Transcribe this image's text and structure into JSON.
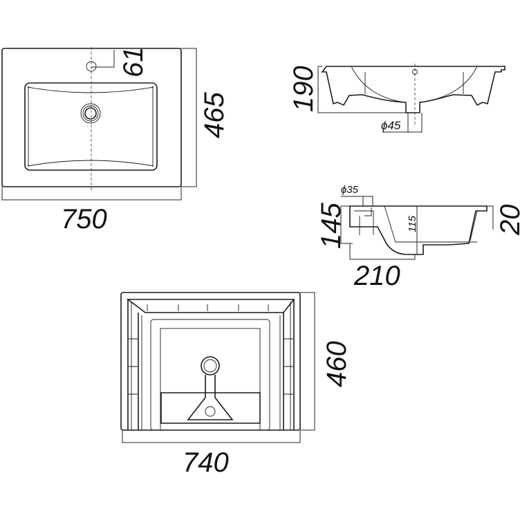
{
  "top_view": {
    "width_label": "750",
    "depth_label": "465",
    "tap_offset_label": "61"
  },
  "front_view": {
    "height_label": "190",
    "drain_label": "ϕ45"
  },
  "side_view": {
    "height_label": "145",
    "rim_label": "20",
    "drain_offset_label": "210",
    "basin_depth_label": "115",
    "tap_hole_label": "ϕ35"
  },
  "bottom_view": {
    "width_label": "740",
    "depth_label": "460"
  },
  "colors": {
    "line": "#1a1a1a",
    "background": "#ffffff"
  }
}
